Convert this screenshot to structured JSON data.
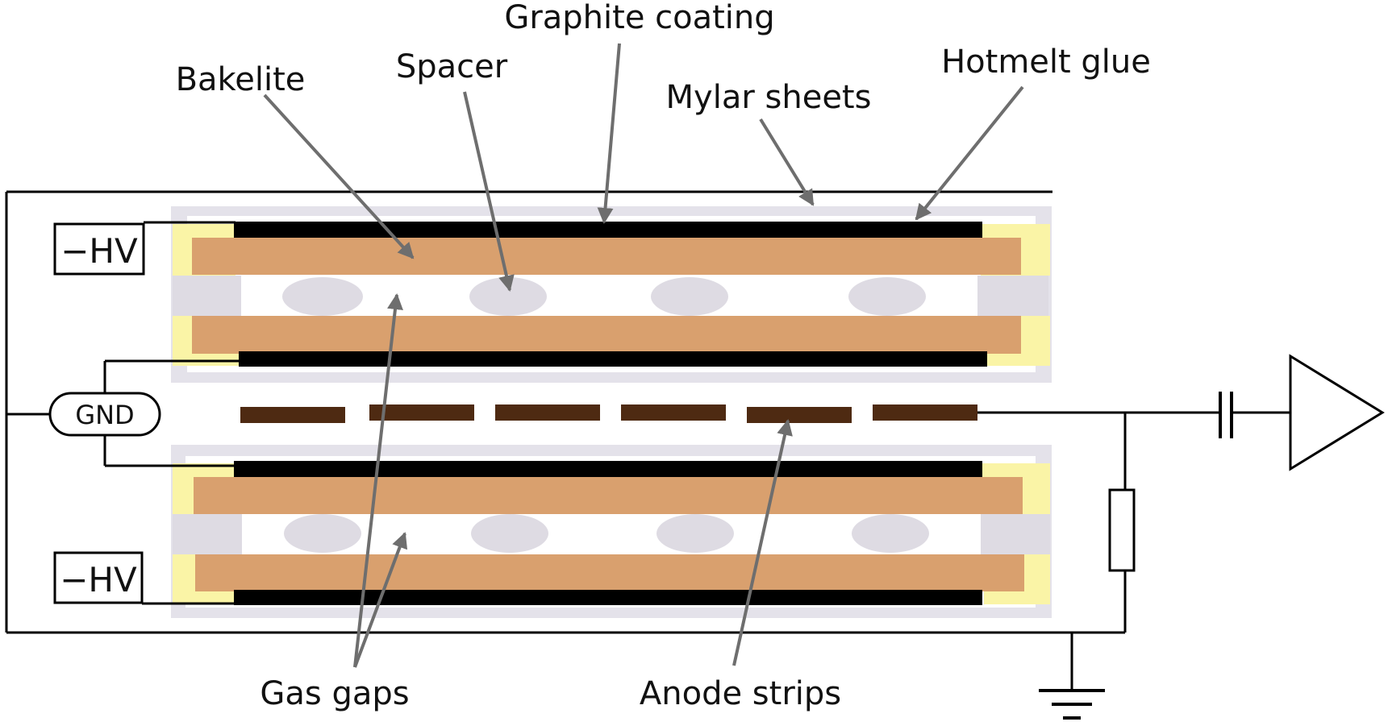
{
  "labels": {
    "graphite_coating": "Graphite coating",
    "bakelite": "Bakelite",
    "spacer": "Spacer",
    "hotmelt_glue": "Hotmelt glue",
    "mylar_sheets": "Mylar sheets",
    "gas_gaps": "Gas gaps",
    "anode_strips": "Anode strips"
  },
  "terminals": {
    "hv_top": "−HV",
    "hv_bottom": "−HV",
    "gnd": "GND"
  },
  "colors": {
    "bakelite": "#d9a06e",
    "graphite": "#000000",
    "mylar": "#e4e2ea",
    "hotmelt_glue": "#faf4a6",
    "spacer": "#dedbe3",
    "anode_strip": "#4e2a12",
    "arrow": "#6e6e6e"
  }
}
